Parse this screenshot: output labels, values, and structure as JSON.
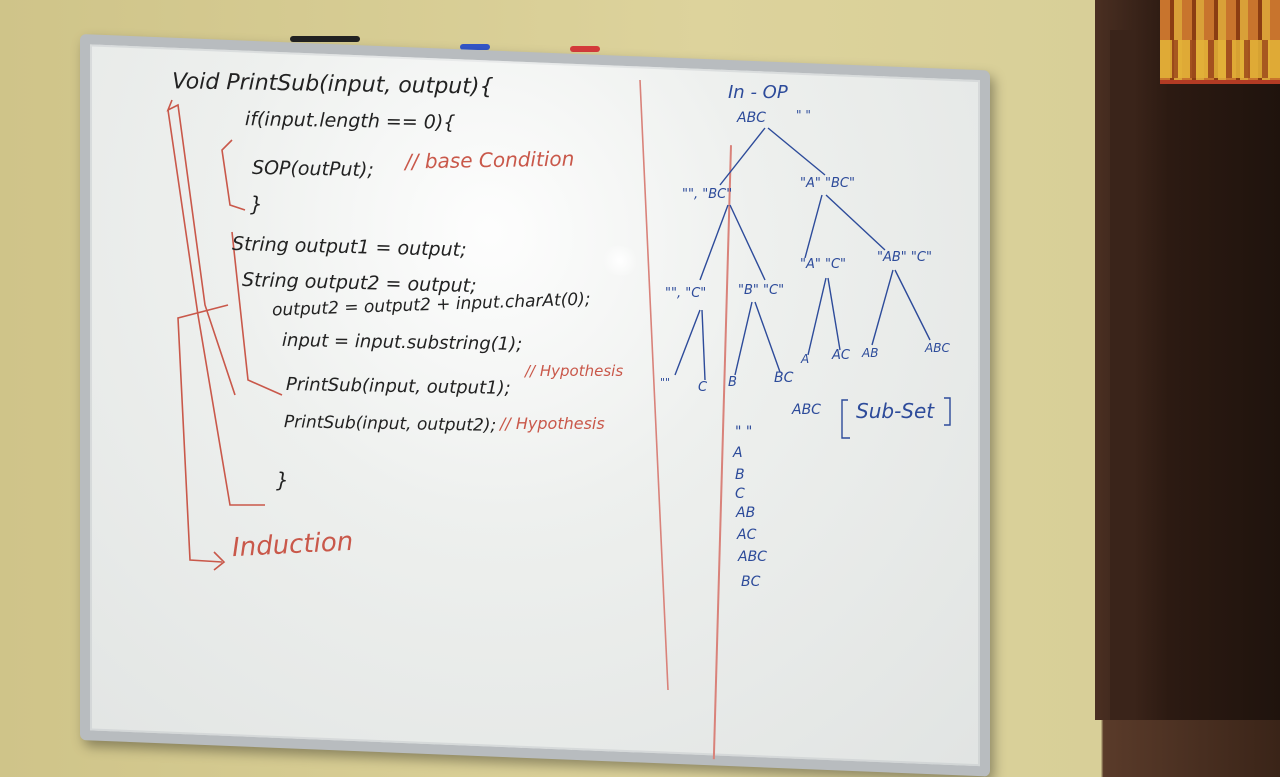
{
  "code_lines": [
    "Void PrintSub(input, output){",
    "if(input.length == 0){",
    "SOP(outPut);",
    "}",
    "String output1 = output;",
    "String output2 = output;",
    "output2 = output2 + input.charAt(0);",
    "input = input.substring(1);",
    "PrintSub(input, output1);",
    "PrintSub(input, output2);",
    "}"
  ],
  "annotations": {
    "base": "// base Condition",
    "hyp1": "// Hypothesis",
    "hyp2": "// Hypothesis",
    "induction": "Induction"
  },
  "tree": {
    "header": "In - OP",
    "root_in": "ABC",
    "root_out": "\" \"",
    "l1_left": "\"\", \"BC\"",
    "l1_right": "\"A\" \"BC\"",
    "l2_a": "\"\", \"C\"",
    "l2_b": "\"B\" \"C\"",
    "l2_c": "\"A\" \"C\"",
    "l2_d": "\"AB\" \"C\"",
    "leaves": [
      "\"\"",
      "C",
      "B",
      "BC",
      "A",
      "AC",
      "AB",
      "ABC"
    ]
  },
  "subset_label": {
    "prefix": "ABC",
    "word": "Sub-Set"
  },
  "subsets": [
    "\" \"",
    "A",
    "B",
    "C",
    "AB",
    "AC",
    "ABC",
    "BC"
  ],
  "colors": {
    "black": "#222222",
    "red": "#c9584a",
    "blue": "#2d4b9a"
  }
}
